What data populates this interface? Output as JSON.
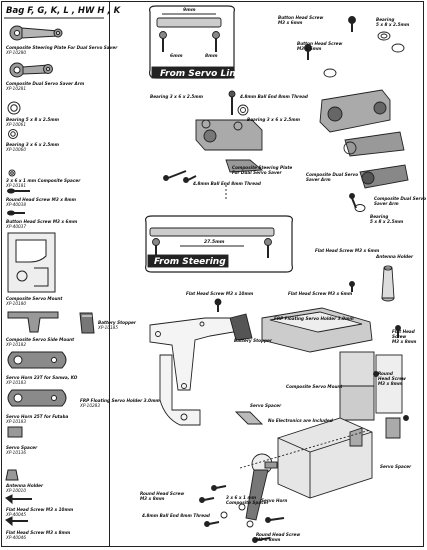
{
  "bag_title": "Bag F, G, K, L , HW H , K",
  "parts": [
    {
      "name": "Composite Steering Plate For Dual Servo Saver",
      "code": "XP-10280"
    },
    {
      "name": "Composite Dual Servo Saver Arm",
      "code": "XP-10281"
    },
    {
      "name": "Bearing 5 x 8 x 2.5mm",
      "code": "XP-10061"
    },
    {
      "name": "Bearing 3 x 6 x 2.5mm",
      "code": "XP-10060"
    },
    {
      "name": "3 x 6 x 1 mm Composite Spacer",
      "code": "XP-10181"
    },
    {
      "name": "Round Head Screw M3 x 8mm",
      "code": "XP-40038"
    },
    {
      "name": "Button Head Screw M3 x 6mm",
      "code": "XP-40037"
    },
    {
      "name": "Composite Servo Mount",
      "code": "XP-10180"
    },
    {
      "name": "Battery Stopper",
      "code": "XP-10185"
    },
    {
      "name": "Composite Servo Side Mount",
      "code": "XP-10182"
    },
    {
      "name": "Servo Horn 23T for Sanwa, KO",
      "code": "XP-10183"
    },
    {
      "name": "FRP Floating Servo Holder 3.0mm",
      "code": "XP-10283"
    },
    {
      "name": "Servo Horn 25T for Futaba",
      "code": "XP-10183"
    },
    {
      "name": "Servo Spacer",
      "code": "XP-10136"
    },
    {
      "name": "Antenna Holder",
      "code": "XP-10010"
    },
    {
      "name": "Flat Head Screw M3 x 10mm",
      "code": "XP-40045"
    },
    {
      "name": "Flat Head Screw M3 x 8mm",
      "code": "XP-40046"
    }
  ],
  "diagram": {
    "top_banner": "From Servo Link",
    "mid_banner": "From Steering Link",
    "dim_9mm": "9mm",
    "dim_275mm": "27.5mm",
    "dim_6mm": "6mm",
    "dim_8mm": "8mm",
    "labels": {
      "button_head_screw_a": "Button Head Screw",
      "button_head_screw_a2": "M3 x 6mm",
      "button_head_screw_b": "Button Head Screw",
      "button_head_screw_b2": "M3 x 6mm",
      "bearing_580": "Bearing",
      "bearing_580_2": "5 x 8 x 2.5mm",
      "bearing_360_a": "Bearing 3 x 6 x 2.5mm",
      "ball_end_thread": "4.8mm Ball End 8mm Thread",
      "bearing_360_b": "Bearing 3 x 6 x 2.5mm",
      "steering_plate_1": "Composite Steering Plate",
      "steering_plate_2": "For Dual Servo Saver",
      "servo_saver_arm_1": "Composite Dual Servo",
      "servo_saver_arm_2": "Saver Arm",
      "servo_saver_arm_b1": "Composite Dual Servo",
      "servo_saver_arm_b2": "Saver Arm",
      "ball_end_thread_b": "4.8mm Ball End 8mm Thread",
      "bearing_580_b": "Bearing",
      "bearing_580_b2": "5 x 8 x 2.5mm",
      "flat_head_m3x6": "Flat Head Screw M3 x 6mm",
      "antenna_holder": "Antenna Holder",
      "flat_head_m3x10": "Flat Head Screw M3 x 10mm",
      "flat_head_m3x6_b": "Flat Head Screw M3 x 6mm",
      "frp_holder": "FRP Floating Servo Holder 3.0mm",
      "battery_stopper": "Battery Stopper",
      "flat_head_m3x8": "Flat Head",
      "flat_head_m3x8_2": "Screw",
      "flat_head_m3x8_3": "M3 x 8mm",
      "composite_servo_mount": "Composite Servo Mount",
      "round_head_m3x8": "Round",
      "round_head_m3x8_2": "Head Screw",
      "round_head_m3x8_3": "M3 x 8mm",
      "servo_spacer_a": "Servo Spacer",
      "no_electronics": "No Electronics are Included",
      "servo_spacer_b": "Servo Spacer",
      "servo_horn": "Servo Horn",
      "round_head_bl": "Round Head Screw",
      "round_head_bl2": "M3 x 8mm",
      "composite_spacer": "3 x 6 x 1 mm",
      "composite_spacer2": "Composite Spacer",
      "ball_end_bottom": "4.8mm Ball End 8mm Thread",
      "round_head_bottom": "Round Head Screw",
      "round_head_bottom2": "M3 x 8mm"
    }
  }
}
